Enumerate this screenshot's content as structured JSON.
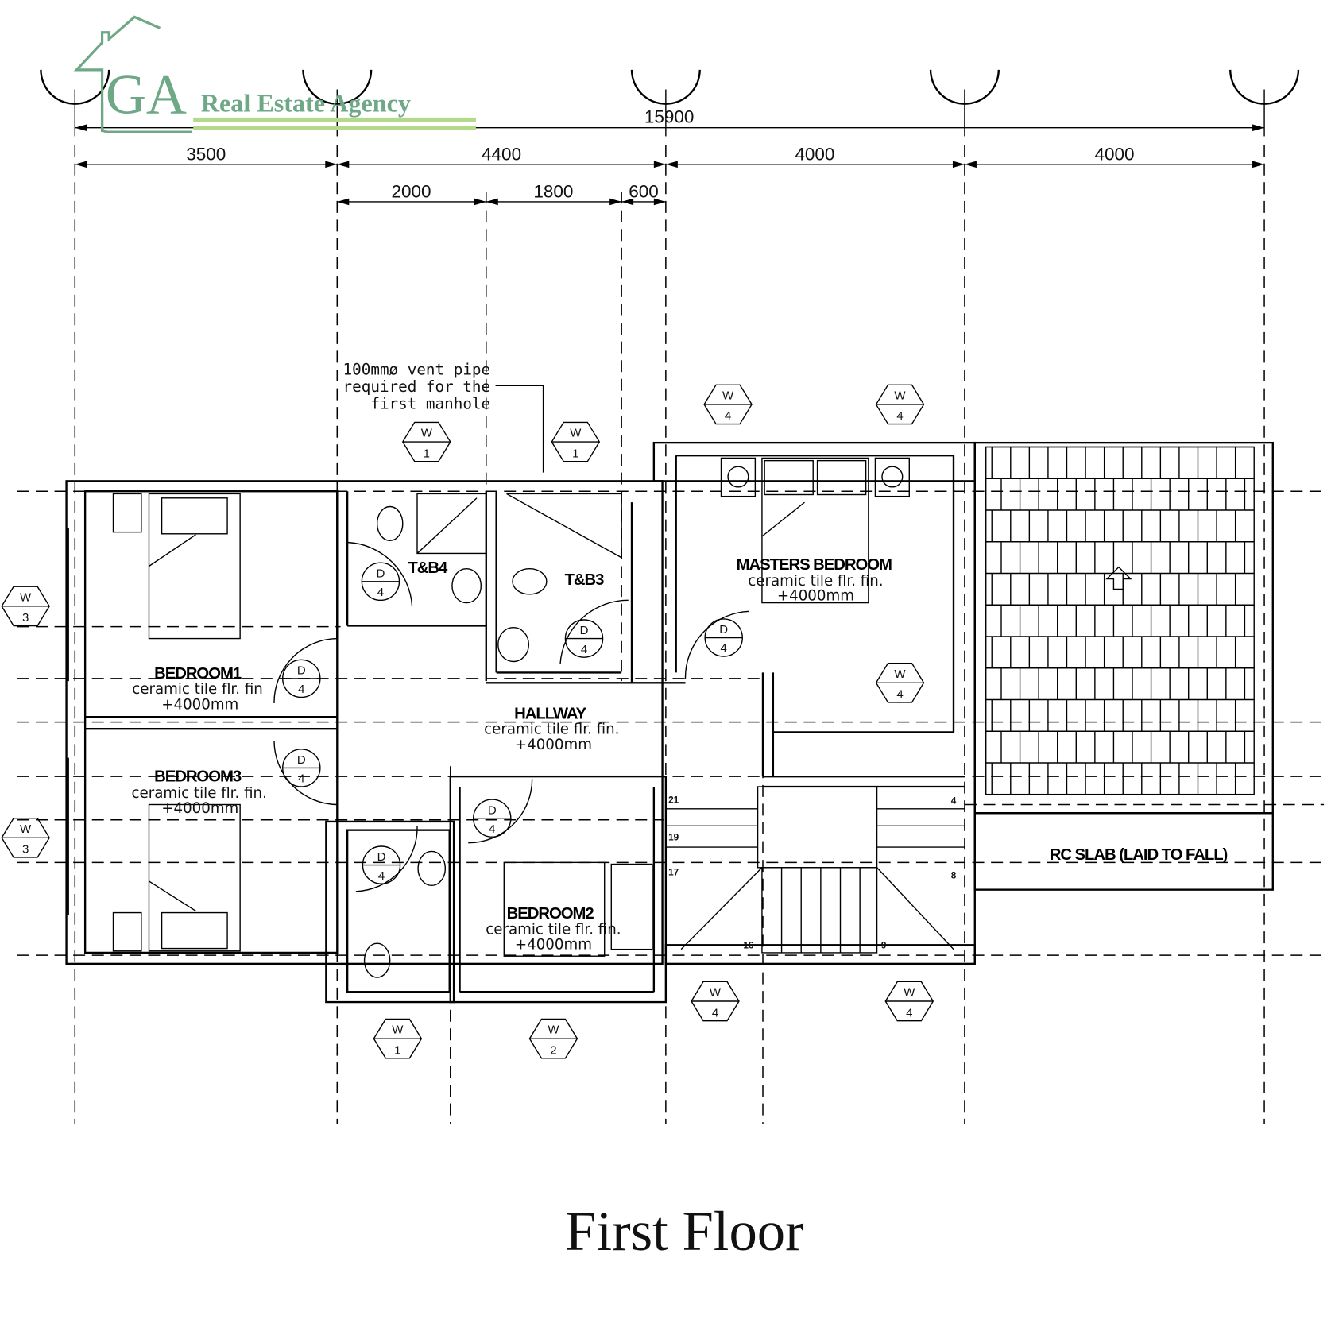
{
  "logo": {
    "initials": "GA",
    "name": "Real Estate Agency",
    "color": "#6ea887",
    "underline_color": "#b5d98a"
  },
  "title": "First Floor",
  "dimensions": {
    "overall": "15900",
    "bays": [
      "3500",
      "4400",
      "4000",
      "4000"
    ],
    "sub_bays": [
      "2000",
      "1800",
      "600"
    ]
  },
  "annotation": {
    "vent_line1": "100mmø vent pipe",
    "vent_line2": "required for the",
    "vent_line3": "first manhole"
  },
  "rooms": {
    "bedroom1": {
      "name": "BEDROOM1",
      "finish": "ceramic tile flr. fin",
      "level": "+4000mm"
    },
    "bedroom3": {
      "name": "BEDROOM3",
      "finish": "ceramic tile flr. fin.",
      "level": "+4000mm"
    },
    "bedroom2": {
      "name": "BEDROOM2",
      "finish": "ceramic tile flr. fin.",
      "level": "+4000mm"
    },
    "hallway": {
      "name": "HALLWAY",
      "finish": "ceramic tile flr. fin.",
      "level": "+4000mm"
    },
    "master": {
      "name": "MASTERS BEDROOM",
      "finish": "ceramic tile flr. fin.",
      "level": "+4000mm"
    },
    "tb4": {
      "name": "T&B4"
    },
    "tb3": {
      "name": "T&B3"
    },
    "slab": {
      "name": "RC SLAB (LAID TO FALL)"
    }
  },
  "window_tags": [
    {
      "type": "W",
      "number": "1"
    },
    {
      "type": "W",
      "number": "1"
    },
    {
      "type": "W",
      "number": "4"
    },
    {
      "type": "W",
      "number": "4"
    },
    {
      "type": "W",
      "number": "4"
    },
    {
      "type": "W",
      "number": "3"
    },
    {
      "type": "W",
      "number": "3"
    },
    {
      "type": "W",
      "number": "1"
    },
    {
      "type": "W",
      "number": "2"
    },
    {
      "type": "W",
      "number": "4"
    },
    {
      "type": "W",
      "number": "4"
    }
  ],
  "door_tags": [
    {
      "type": "D",
      "number": "4"
    },
    {
      "type": "D",
      "number": "4"
    },
    {
      "type": "D",
      "number": "4"
    },
    {
      "type": "D",
      "number": "4"
    },
    {
      "type": "D",
      "number": "4"
    },
    {
      "type": "D",
      "number": "4"
    },
    {
      "type": "D",
      "number": "4"
    }
  ],
  "stair_numbers": [
    "21",
    "19",
    "17",
    "16",
    "9",
    "8",
    "4"
  ]
}
